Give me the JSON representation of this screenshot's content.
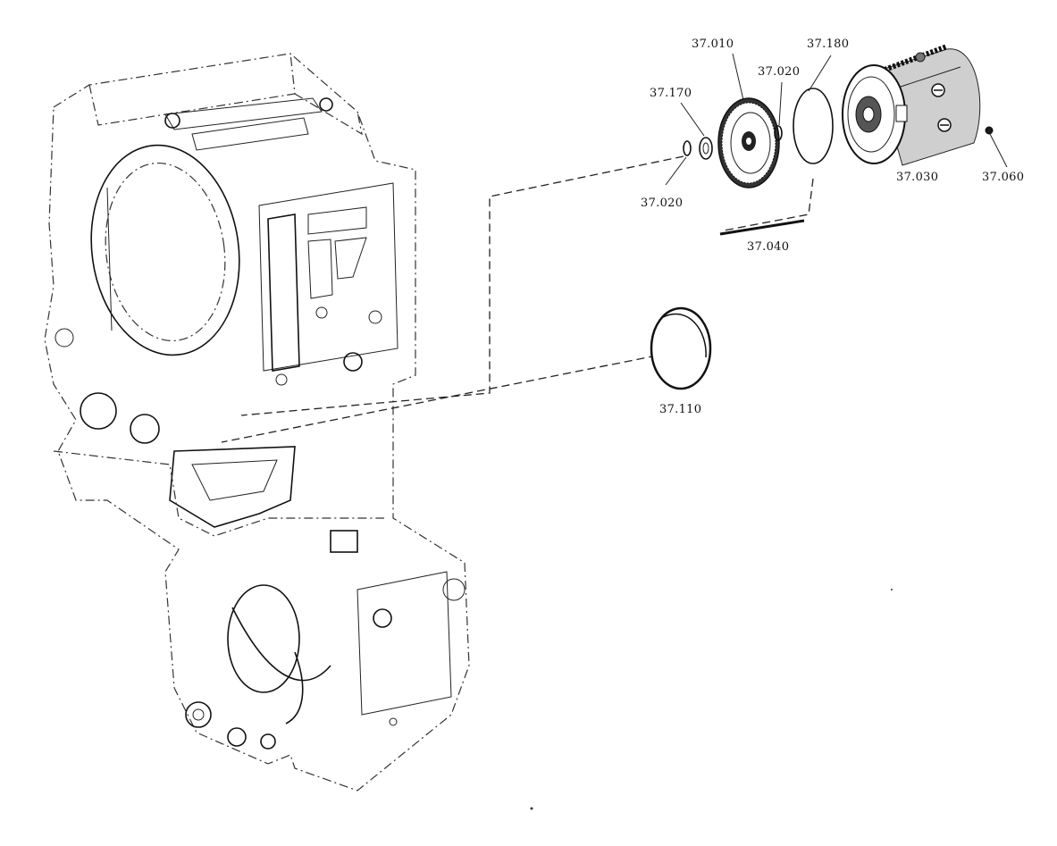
{
  "parts": [
    {
      "id": "p37010",
      "label": "37.010",
      "description_icon": "spur-gear-icon"
    },
    {
      "id": "p37180",
      "label": "37.180",
      "description_icon": "o-ring-icon"
    },
    {
      "id": "p37020a",
      "label": "37.020",
      "description_icon": "small-ring-icon"
    },
    {
      "id": "p37170",
      "label": "37.170",
      "description_icon": "washer-icon"
    },
    {
      "id": "p37020b",
      "label": "37.020",
      "description_icon": "small-ring-icon"
    },
    {
      "id": "p37030",
      "label": "37.030",
      "description_icon": "pump-housing-icon"
    },
    {
      "id": "p37060",
      "label": "37.060",
      "description_icon": "plug-icon"
    },
    {
      "id": "p37040",
      "label": "37.040",
      "description_icon": "pin-icon"
    },
    {
      "id": "p37110",
      "label": "37.110",
      "description_icon": "cover-cap-icon"
    }
  ],
  "colors": {
    "ink": "#111111",
    "paper": "#ffffff"
  }
}
